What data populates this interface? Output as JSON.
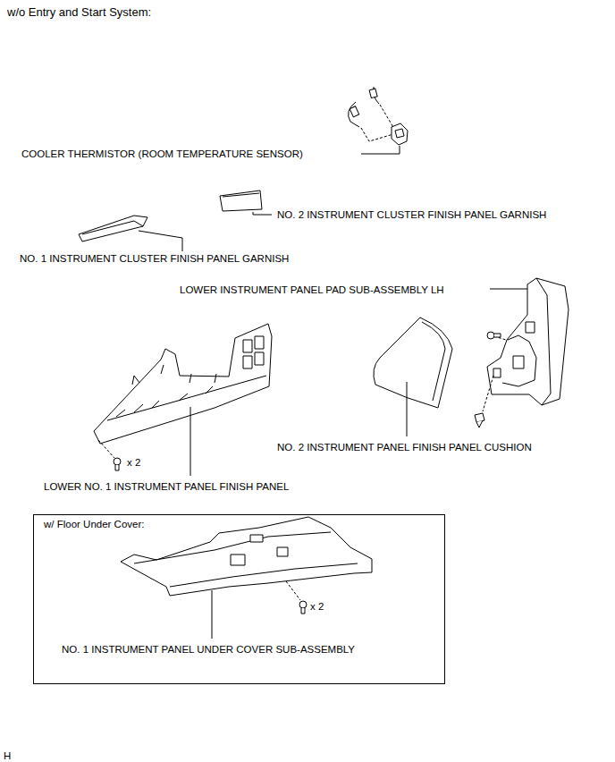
{
  "diagram": {
    "title": "w/o Entry and Start System:",
    "nodes": [
      {
        "text": [
          "w/ Floor Under Cover:",
          "NO. 1 INSTRUMENT PANEL UNDER COVER SUB-ASSEMBLY",
          "x 2"
        ]
      }
    ],
    "labels": [
      "COOLER THERMISTOR (ROOM TEMPERATURE SENSOR)",
      "NO. 2 INSTRUMENT CLUSTER FINISH PANEL GARNISH",
      "NO. 1 INSTRUMENT CLUSTER FINISH PANEL GARNISH",
      "LOWER INSTRUMENT PANEL PAD SUB-ASSEMBLY LH",
      "NO. 2 INSTRUMENT PANEL FINISH PANEL CUSHION",
      "x 2",
      "LOWER NO. 1 INSTRUMENT PANEL FINISH PANEL",
      "H"
    ]
  }
}
